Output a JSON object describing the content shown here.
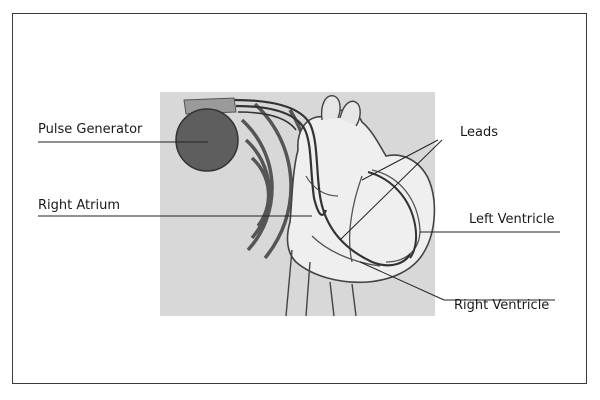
{
  "diagram": {
    "labels": {
      "pulse_generator": "Pulse Generator",
      "right_atrium": "Right Atrium",
      "leads": "Leads",
      "left_ventricle": "Left Ventricle",
      "right_ventricle": "Right Ventricle"
    }
  }
}
